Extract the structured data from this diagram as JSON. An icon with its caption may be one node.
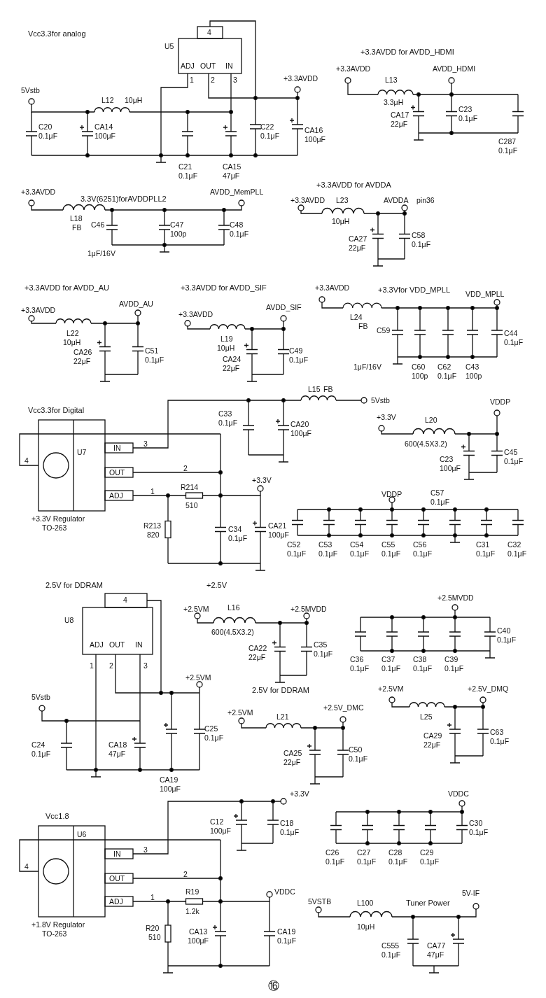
{
  "diagram": {
    "labels": [
      "Vcc3.3for analog",
      "4",
      "U5",
      "ADJ",
      "OUT",
      "IN",
      "1",
      "2",
      "3",
      "5Vstb",
      "L12",
      "10μH",
      "+3.3AVDD",
      "C20",
      "0.1μF",
      "CA14",
      "100μF",
      "C22",
      "0.1μF",
      "CA16",
      "100μF",
      "C21",
      "0.1μF",
      "CA15",
      "47μF",
      "+3.3AVDD for AVDD_HDMI",
      "+3.3AVDD",
      "L13",
      "3.3μH",
      "AVDD_HDMI",
      "CA17",
      "22μF",
      "C23",
      "0.1μF",
      "C287",
      "0.1μF",
      "+3.3AVDD",
      "3.3V(6251)forAVDDPLL2",
      "AVDD_MemPLL",
      "L18",
      "FB",
      "C46",
      "1μF/16V",
      "C47",
      "100p",
      "C48",
      "0.1μF",
      "+3.3AVDD for AVDDA",
      "+3.3AVDD",
      "L23",
      "10μH",
      "AVDDA",
      "pin36",
      "CA27",
      "22μF",
      "C58",
      "0.1μF",
      "+3.3AVDD for AVDD_AU",
      "+3.3AVDD for AVDD_SIF",
      "+3.3AVDD",
      "+3.3Vfor VDD_MPLL",
      "+3.3AVDD",
      "AVDD_AU",
      "L22",
      "10μH",
      "CA26",
      "22μF",
      "C51",
      "0.1μF",
      "+3.3AVDD",
      "AVDD_SIF",
      "L19",
      "10μH",
      "CA24",
      "22μF",
      "C49",
      "0.1μF",
      "VDD_MPLL",
      "L24",
      "FB",
      "C59",
      "1μF/16V",
      "C44",
      "0.1μF",
      "C60",
      "100p",
      "C62",
      "0.1μF",
      "C43",
      "100p",
      "L15",
      "FB",
      "5Vstb",
      "Vcc3.3for Digital",
      "C33",
      "0.1μF",
      "CA20",
      "100μF",
      "4",
      "U7",
      "IN",
      "3",
      "OUT",
      "2",
      "ADJ",
      "1",
      "+3.3V",
      "VDDP",
      "L20",
      "600(4.5X3.2)",
      "C23",
      "100μF",
      "C45",
      "0.1μF",
      "+3.3V",
      "VDDP",
      "C57",
      "0.1μF",
      "R214",
      "510",
      "+3.3V Regulator",
      "TO-263",
      "R213",
      "820",
      "C34",
      "0.1μF",
      "CA21",
      "100μF",
      "C52",
      "0.1μF",
      "C53",
      "0.1μF",
      "C54",
      "0.1μF",
      "C55",
      "0.1μF",
      "C56",
      "0.1μF",
      "C31",
      "0.1μF",
      "C32",
      "0.1μF",
      "2.5V for DDRAM",
      "4",
      "U8",
      "ADJ",
      "OUT",
      "IN",
      "1",
      "2",
      "3",
      "+2.5V",
      "+2.5VM",
      "L16",
      "600(4.5X3.2)",
      "+2.5MVDD",
      "+2.5MVDD",
      "CA22",
      "22μF",
      "C35",
      "0.1μF",
      "C36",
      "0.1μF",
      "C37",
      "0.1μF",
      "C38",
      "0.1μF",
      "C39",
      "0.1μF",
      "C40",
      "0.1μF",
      "5Vstb",
      "+2.5VM",
      "C25",
      "0.1μF",
      "C24",
      "0.1μF",
      "CA18",
      "47μF",
      "CA19",
      "100μF",
      "2.5V for DDRAM",
      "+2.5VM",
      "L21",
      "+2.5V_DMC",
      "CA25",
      "22μF",
      "C50",
      "0.1μF",
      "+2.5VM",
      "+2.5V_DMQ",
      "L25",
      "CA29",
      "22μF",
      "C63",
      "0.1μF",
      "Vcc1.8",
      "C12",
      "100μF",
      "+3.3V",
      "C18",
      "0.1μF",
      "4",
      "U6",
      "IN",
      "3",
      "OUT",
      "2",
      "ADJ",
      "1",
      "R19",
      "1.2k",
      "VDDC",
      "+1.8V Regulator",
      "TO-263",
      "R20",
      "510",
      "CA13",
      "100μF",
      "CA19",
      "0.1μF",
      "VDDC",
      "C30",
      "0.1μF",
      "C26",
      "0.1μF",
      "C27",
      "0.1μF",
      "C28",
      "0.1μF",
      "C29",
      "0.1μF",
      "5VSTB",
      "L100",
      "10μH",
      "Tuner Power",
      "5V-IF",
      "C555",
      "0.1μF",
      "CA77",
      "47μF",
      "⑯"
    ]
  }
}
